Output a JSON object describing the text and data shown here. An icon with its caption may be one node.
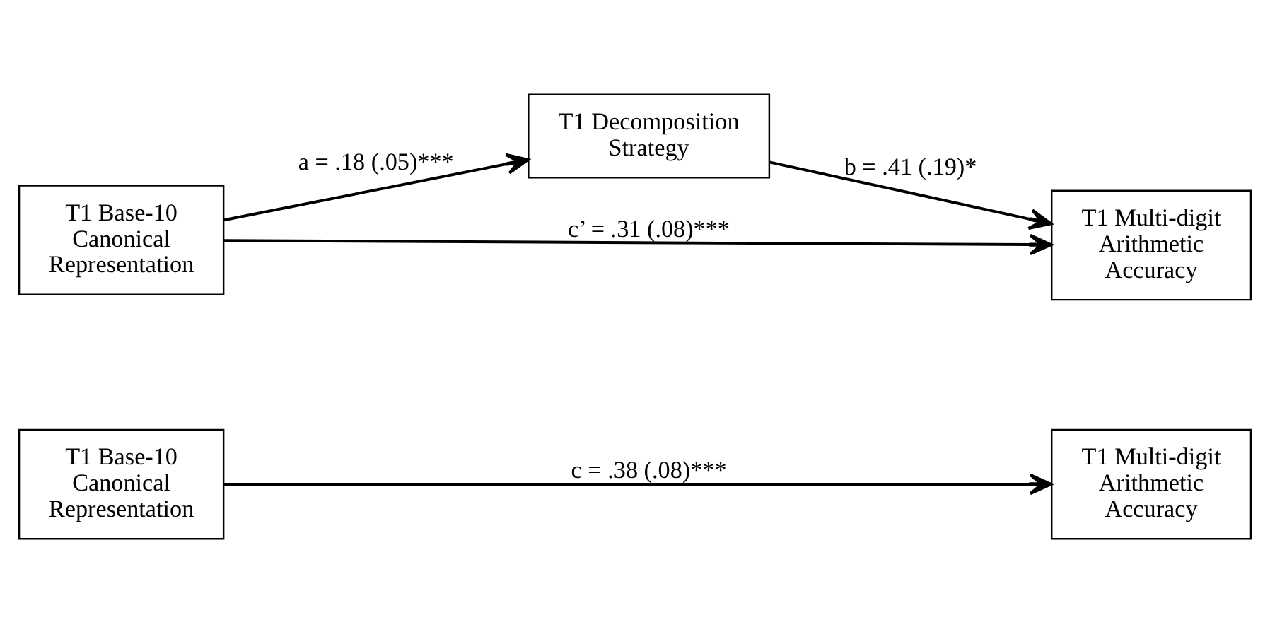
{
  "diagram": {
    "nodes": [
      {
        "text": [
          "T1 Base-10 Canonical Representation"
        ]
      },
      {
        "text": [
          "T1 Multi-digit Arithmetic Accuracy"
        ]
      },
      {
        "text": [
          "T1 Decomposition Strategy"
        ]
      },
      {
        "text": [
          "T1 Base-10 Canonical Representation"
        ]
      },
      {
        "text": [
          "T1 Multi-digit Arithmetic Accuracy"
        ]
      }
    ],
    "edges": [
      {
        "from": 0,
        "to": 1,
        "arrow": "to",
        "label": "c = .38 (.08)***"
      },
      {
        "from": 3,
        "to": 2,
        "arrow": "to",
        "label": "a = .18 (.05)***"
      },
      {
        "from": 2,
        "to": 4,
        "arrow": "to",
        "label": "b = .41 (.19)*"
      },
      {
        "from": 3,
        "to": 4,
        "arrow": "to",
        "label": "c’ = .31 (.08)***"
      }
    ]
  }
}
